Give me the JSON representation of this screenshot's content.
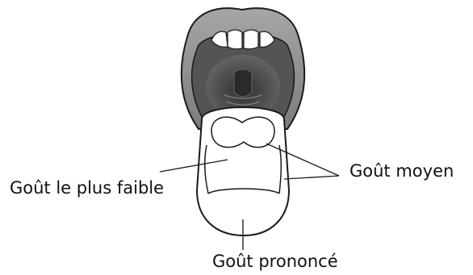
{
  "diagram": {
    "labels": {
      "weakest": "Goût le plus faible",
      "medium": "Goût moyen",
      "strong": "Goût prononcé"
    },
    "colors": {
      "lips": "#8f8f8f",
      "mouth_interior": "#4f4f4f",
      "throat": "#3a3a3a",
      "tongue": "#ffffff",
      "outline": "#1a1a1a",
      "teeth": "#ffffff"
    }
  }
}
